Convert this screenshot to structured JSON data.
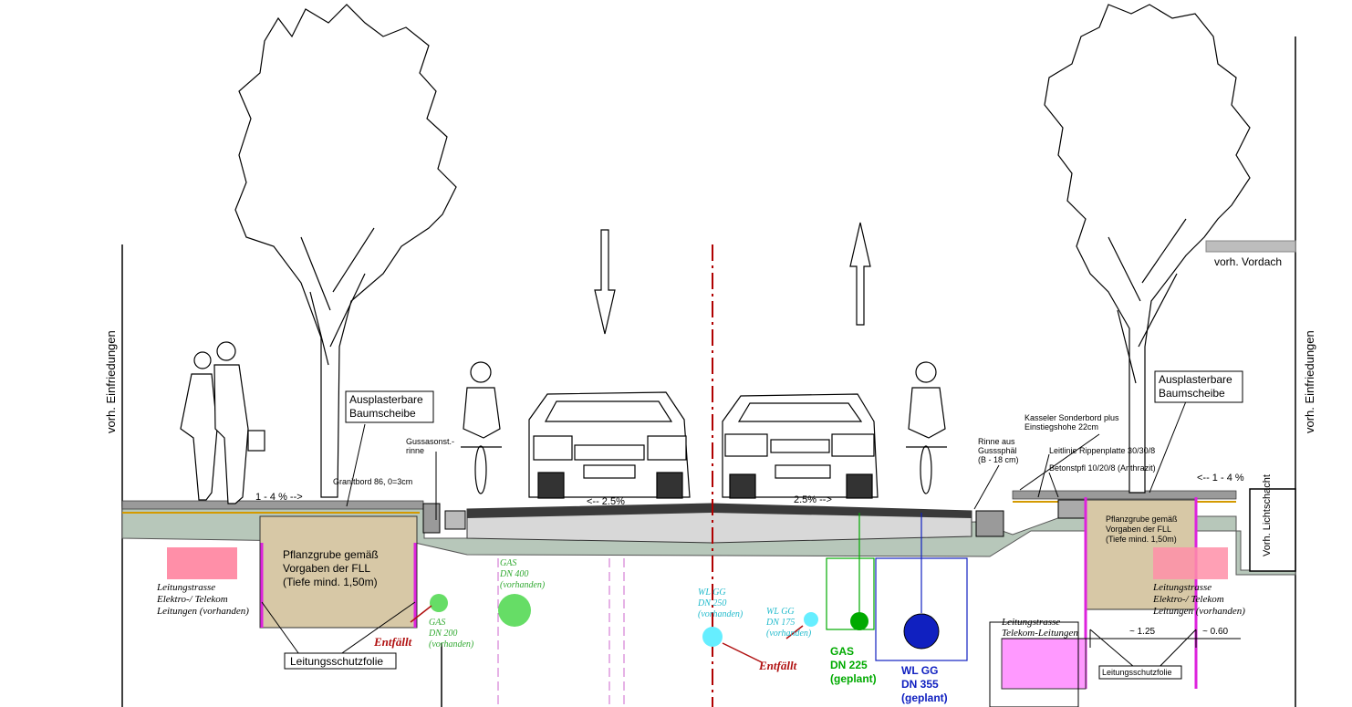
{
  "colors": {
    "ground": "#b7c7ba",
    "planting_pit": "#d7c8a6",
    "asphalt": "#e3e3e3",
    "curb": "#9a9a9a",
    "gas_green": "#00aa00",
    "gas_light": "#66dd66",
    "water_cyan": "#66eeff",
    "water_blue": "#1020c0",
    "red_label": "#b01010",
    "foil_magenta": "#dd22dd",
    "cable_pink": "#ff8fa8",
    "telekom_pink": "#ff99ff",
    "centerline": "#b00000"
  },
  "labels": {
    "fence_left": "vorh. Einfriedungen",
    "fence_right": "vorh. Einfriedungen",
    "canopy": "vorh. Vordach",
    "light_shaft": "Vorh. Lichtschacht",
    "tree_disc_left": [
      "Ausplasterbare",
      "Baumscheibe"
    ],
    "tree_disc_right": [
      "Ausplasterbare",
      "Baumscheibe"
    ],
    "gutter_left": [
      "Gussasonst.-",
      "rinne"
    ],
    "granite_curb": "Granitbord 86, 0=3cm",
    "gutter_right": [
      "Rinne aus",
      "Gusssphäl",
      "(B - 18 cm)"
    ],
    "kassel_curb": [
      "Kasseler Sonderbord plus",
      "Einstiegshohe 22cm"
    ],
    "guide_line": "Leitlinie Rippenplatte 30/30/8",
    "concrete_paver": "Betonstpfl 10/20/8 (Anthrazit)",
    "slope_left": "1 - 4 % -->",
    "slope_right": "<-- 1 - 4 %",
    "slope_lane_left": "<-- 2.5%",
    "slope_lane_right": "2.5% -->",
    "pit_left": [
      "Pflanzgrube gemäß",
      "Vorgaben der FLL",
      "(Tiefe mind. 1,50m)"
    ],
    "pit_right": [
      "Pflanzgrube gemäß",
      "Vorgaben der FLL",
      "(Tiefe mind. 1,50m)"
    ],
    "cable_left": [
      "Leitungstrasse",
      "Elektro-/ Telekom",
      "Leitungen (vorhanden)"
    ],
    "cable_right": [
      "Leitungstrasse",
      "Elektro-/ Telekom",
      "Leitungen (vorhanden)"
    ],
    "foil_left": "Leitungsschutzfolie",
    "foil_right": "Leitungsschutzfolie",
    "entfaellt_1": "Entfällt",
    "entfaellt_2": "Entfällt",
    "gas_200": [
      "GAS",
      "DN 200",
      "(vorhanden)"
    ],
    "gas_400": [
      "GAS",
      "DN 400",
      "(vorhanden)"
    ],
    "water_250": [
      "WL GG",
      "DN 250",
      "(vorhanden)"
    ],
    "water_175": [
      "WL GG",
      "DN 175",
      "(vorhanden)"
    ],
    "gas_225": [
      "GAS",
      "DN 225",
      "(geplant)"
    ],
    "water_355": [
      "WL GG",
      "DN 355",
      "(geplant)"
    ],
    "telekom": [
      "Leitungstrasse",
      "Telekom-Leitungen"
    ],
    "dim_125": "~ 1.25",
    "dim_060": "~ 0.60"
  }
}
